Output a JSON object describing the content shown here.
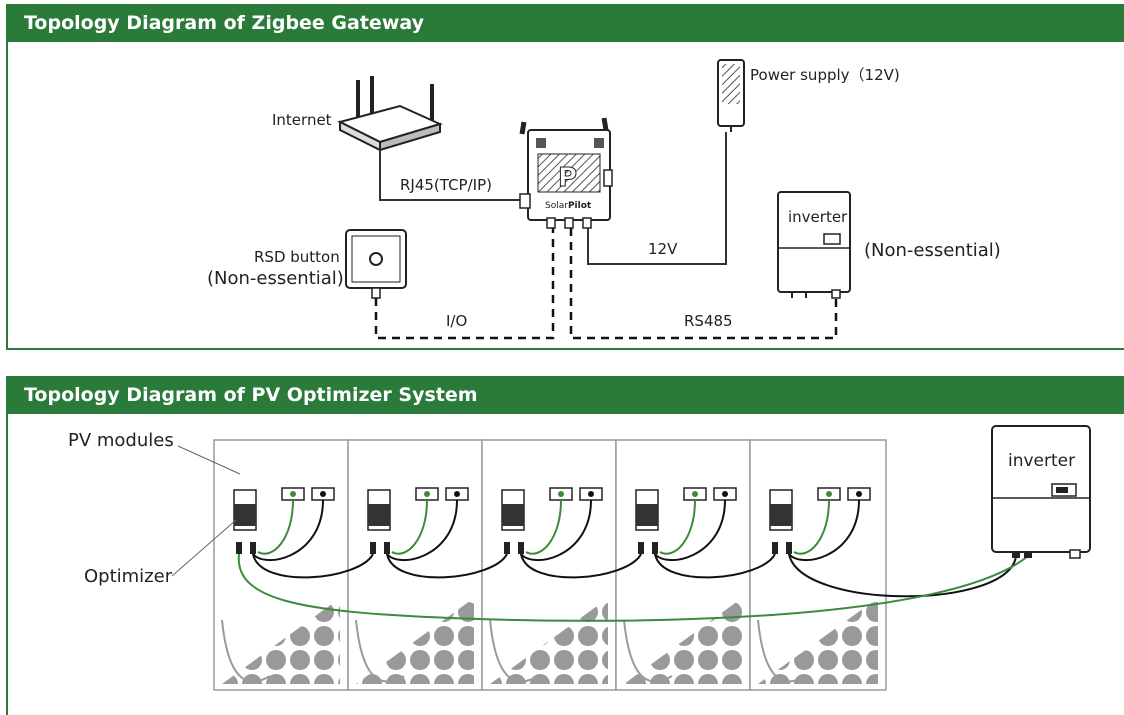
{
  "gateway_section": {
    "title": "Topology Diagram of Zigbee Gateway",
    "internet_label": "Internet",
    "rj45_label": "RJ45(TCP/IP)",
    "power_supply_label": "Power supply（12V)",
    "inverter_label": "inverter",
    "inverter_note": "(Non-essential)",
    "rsd_label": "RSD button",
    "rsd_note": "(Non-essential)",
    "io_label": "I/O",
    "v12_label": "12V",
    "rs485_label": "RS485",
    "gateway_brand_solar": "Solar",
    "gateway_brand_pilot": "Pilot"
  },
  "optimizer_section": {
    "title": "Topology Diagram of PV Optimizer System",
    "pv_modules_label": "PV modules",
    "optimizer_label": "Optimizer",
    "inverter_label": "inverter"
  },
  "colors": {
    "header_green": "#2a7a3a",
    "wire_green": "#3d8a3a",
    "wire_black": "#111111",
    "panel_grey": "#9a9a9a"
  }
}
